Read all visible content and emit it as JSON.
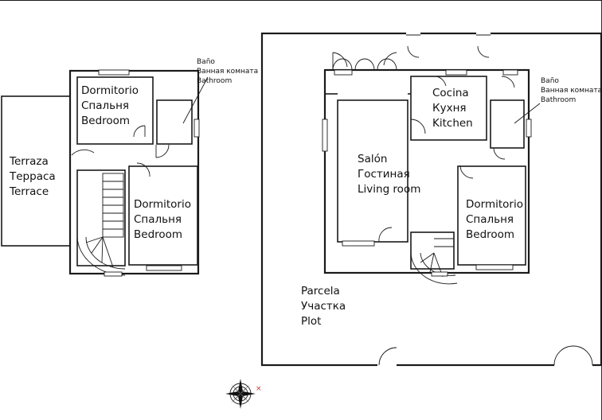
{
  "left_plan": {
    "terrace": [
      "Terraza",
      "Терраса",
      "Terrace"
    ],
    "bedroom_top": [
      "Dormitorio",
      "Спальня",
      "Bedroom"
    ],
    "bedroom_bottom": [
      "Dormitorio",
      "Спальня",
      "Bedroom"
    ],
    "bathroom": [
      "Baño",
      "Ванная комната",
      "Bathroom"
    ]
  },
  "right_plan": {
    "kitchen": [
      "Cocina",
      "Кухня",
      "Kitchen"
    ],
    "living": [
      "Salón",
      "Гостиная",
      "Living room"
    ],
    "bedroom": [
      "Dormitorio",
      "Спальня",
      "Bedroom"
    ],
    "bathroom": [
      "Baño",
      "Ванная комната",
      "Bathroom"
    ],
    "plot": [
      "Parcela",
      "Участка",
      "Plot"
    ]
  },
  "compass": {
    "icon": "compass-rose-icon",
    "mark": "×"
  }
}
